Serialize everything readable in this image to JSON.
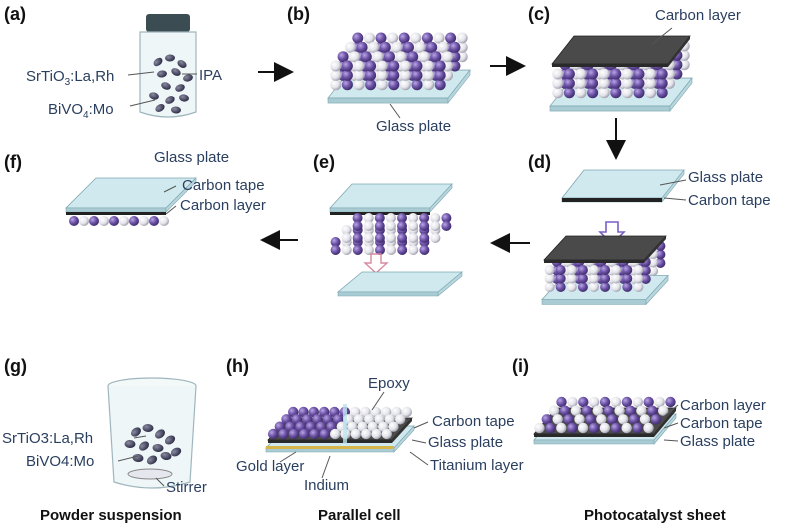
{
  "panels": {
    "a": "(a)",
    "b": "(b)",
    "c": "(c)",
    "d": "(d)",
    "e": "(e)",
    "f": "(f)",
    "g": "(g)",
    "h": "(h)",
    "i": "(i)"
  },
  "panel_a": {
    "label_srtio3": "SrTiO",
    "label_srtio3_sub": "3",
    "label_srtio3_rest": ":La,Rh",
    "label_ipa": "IPA",
    "label_bivo4": "BiVO",
    "label_bivo4_sub": "4",
    "label_bivo4_rest": ":Mo"
  },
  "panel_b": {
    "glass_plate": "Glass plate"
  },
  "panel_c": {
    "carbon_layer": "Carbon layer"
  },
  "panel_d": {
    "glass_plate": "Glass plate",
    "carbon_tape": "Carbon tape"
  },
  "panel_f": {
    "glass_plate": "Glass plate",
    "carbon_tape": "Carbon tape",
    "carbon_layer": "Carbon layer"
  },
  "panel_g": {
    "srtio3": "SrTiO3:La,Rh",
    "bivo4": "BiVO4:Mo",
    "stirrer": "Stirrer",
    "caption": "Powder suspension"
  },
  "panel_h": {
    "epoxy": "Epoxy",
    "carbon_tape": "Carbon tape",
    "glass_plate": "Glass plate",
    "gold_layer": "Gold layer",
    "indium": "Indium",
    "titanium_layer": "Titanium layer",
    "caption": "Parallel cell"
  },
  "panel_i": {
    "carbon_layer": "Carbon layer",
    "carbon_tape": "Carbon tape",
    "glass_plate": "Glass plate",
    "caption": "Photocatalyst sheet"
  },
  "colors": {
    "purple_particle": "#6a4fa3",
    "white_particle": "#e8e8ee",
    "glass": "#cfe9ef",
    "carbon": "#3a3a3a",
    "text": "#2a3f5f"
  }
}
